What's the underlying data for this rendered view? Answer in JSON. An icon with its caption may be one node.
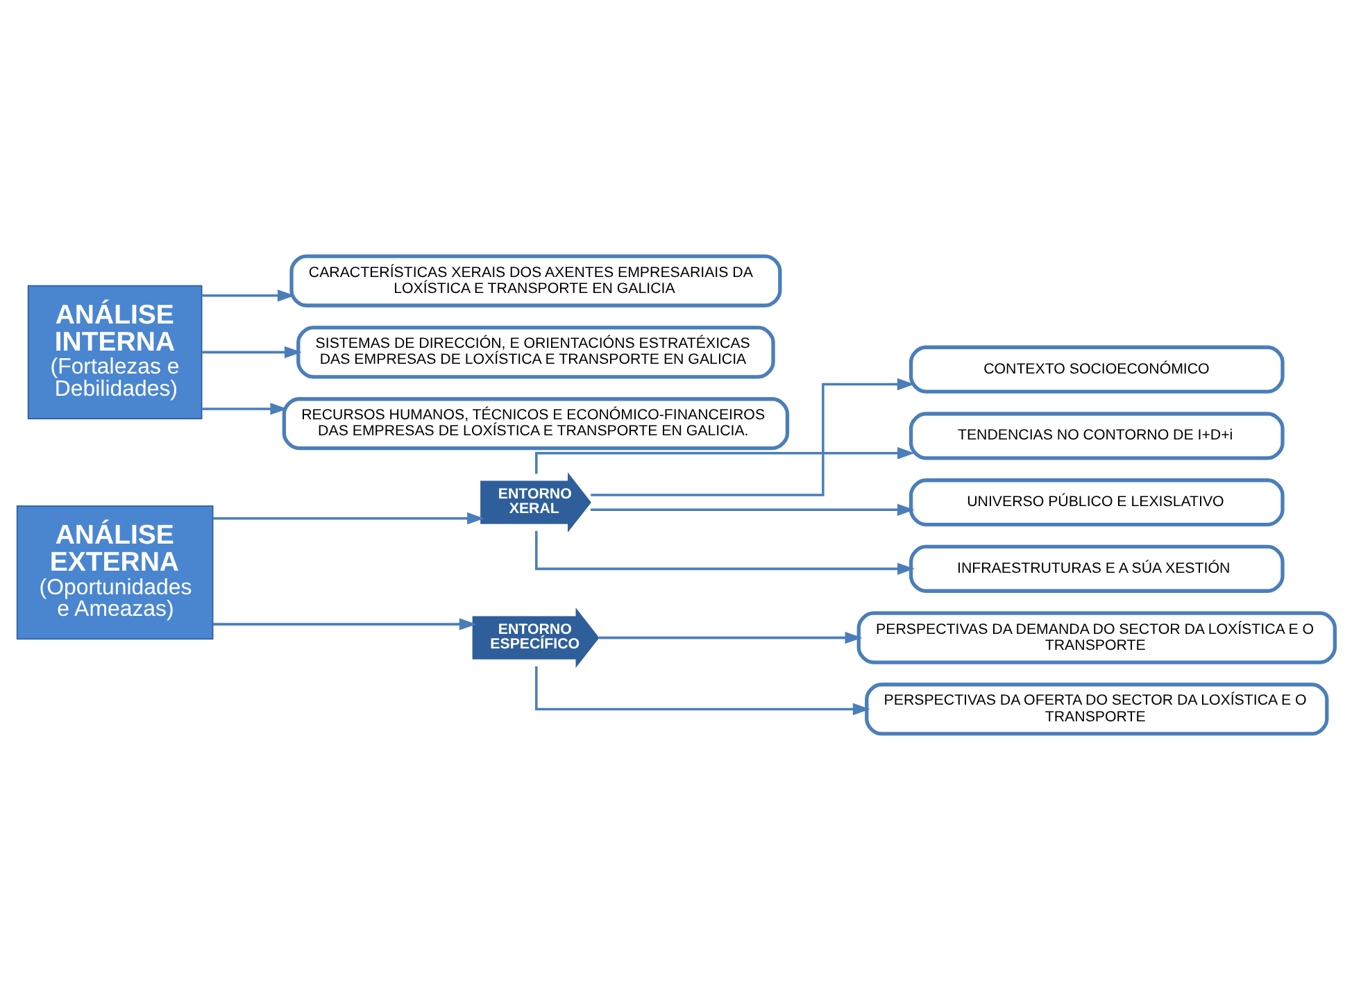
{
  "diagram": {
    "nodes": [
      {
        "text": [
          "ANÁLISE EXTERNA",
          "(Oportunidades e Ameazas)"
        ]
      },
      {
        "text": [
          "ENTORNO XERAL"
        ]
      },
      {
        "text": [
          "ENTORNO ESPECÍFICO"
        ]
      },
      {
        "text": [
          "CONTEXTO SOCIOECONÓMICO"
        ]
      },
      {
        "text": [
          "TENDENCIAS NO CONTORNO DE I+D+i"
        ]
      },
      {
        "text": [
          "UNIVERSO PÚBLICO E LEXISLATIVO"
        ]
      },
      {
        "text": [
          "INFRAESTRUTURAS E A SÚA XESTIÓN"
        ]
      },
      {
        "text": [
          "PERSPECTIVAS DA DEMANDA DO SECTOR DA LOXÍSTICA E O TRANSPORTE"
        ]
      },
      {
        "text": [
          "PERSPECTIVAS DA OFERTA DO SECTOR DA LOXÍSTICA E O TRANSPORTE"
        ]
      },
      {
        "text": [
          "ANÁLISE INTERNA",
          "(Fortalezas e Debilidades)"
        ]
      },
      {
        "text": [
          "CARACTERÍSTICAS XERAIS DOS AXENTES EMPRESARIAIS DA LOXÍSTICA E TRANSPORTE EN GALICIA"
        ]
      },
      {
        "text": [
          "SISTEMAS DE DIRECCIÓN, E ORIENTACIÓNS ESTRATÉXICAS DAS EMPRESAS DE LOXÍSTICA E TRANSPORTE EN GALICIA"
        ]
      },
      {
        "text": [
          "RECURSOS HUMANOS, TÉCNICOS E ECONÓMICO-FINANCEIROS DAS EMPRESAS DE LOXÍSTICA E TRANSPORTE EN GALICIA."
        ]
      }
    ],
    "edges": [
      {
        "from": 0,
        "to": 1,
        "arrow": "to"
      },
      {
        "from": 0,
        "to": 2,
        "arrow": "to"
      },
      {
        "from": 1,
        "to": 3,
        "arrow": "to"
      },
      {
        "from": 1,
        "to": 4,
        "arrow": "to"
      },
      {
        "from": 1,
        "to": 5,
        "arrow": "to"
      },
      {
        "from": 1,
        "to": 6,
        "arrow": "to"
      },
      {
        "from": 2,
        "to": 7,
        "arrow": "to"
      },
      {
        "from": 2,
        "to": 8,
        "arrow": "to"
      },
      {
        "from": 9,
        "to": 10,
        "arrow": "to"
      },
      {
        "from": 9,
        "to": 11,
        "arrow": "to"
      },
      {
        "from": 9,
        "to": 12,
        "arrow": "to"
      }
    ]
  }
}
